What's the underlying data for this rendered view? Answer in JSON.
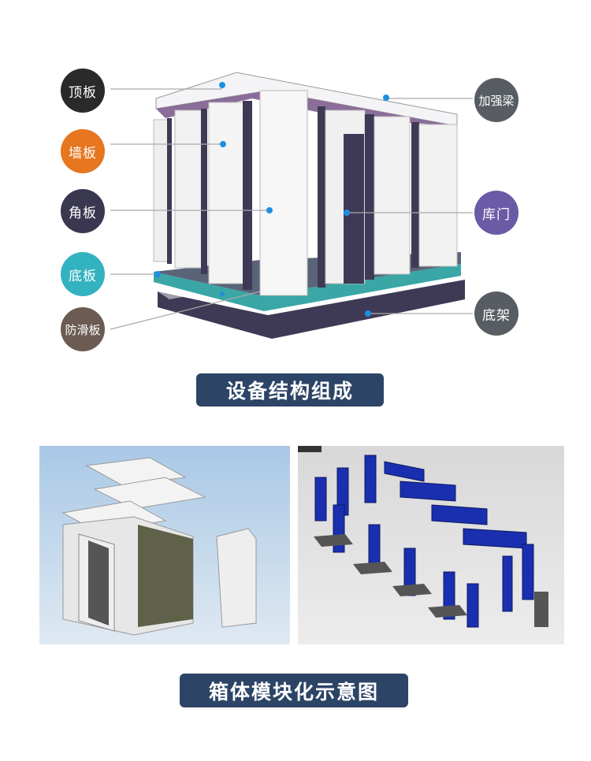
{
  "diagram": {
    "left_labels": [
      {
        "text": "顶板",
        "color": "#2b2a2a"
      },
      {
        "text": "墙板",
        "color": "#e6761f"
      },
      {
        "text": "角板",
        "color": "#3a3850"
      },
      {
        "text": "底板",
        "color": "#33b3bf"
      },
      {
        "text": "防滑板",
        "color": "#6b5b52"
      }
    ],
    "right_labels": [
      {
        "text": "加强梁",
        "color": "#585d63"
      },
      {
        "text": "库门",
        "color": "#6b5aa6"
      },
      {
        "text": "底架",
        "color": "#585d63"
      }
    ]
  },
  "section1_title": "设备结构组成",
  "section2_title": "箱体模块化示意图"
}
